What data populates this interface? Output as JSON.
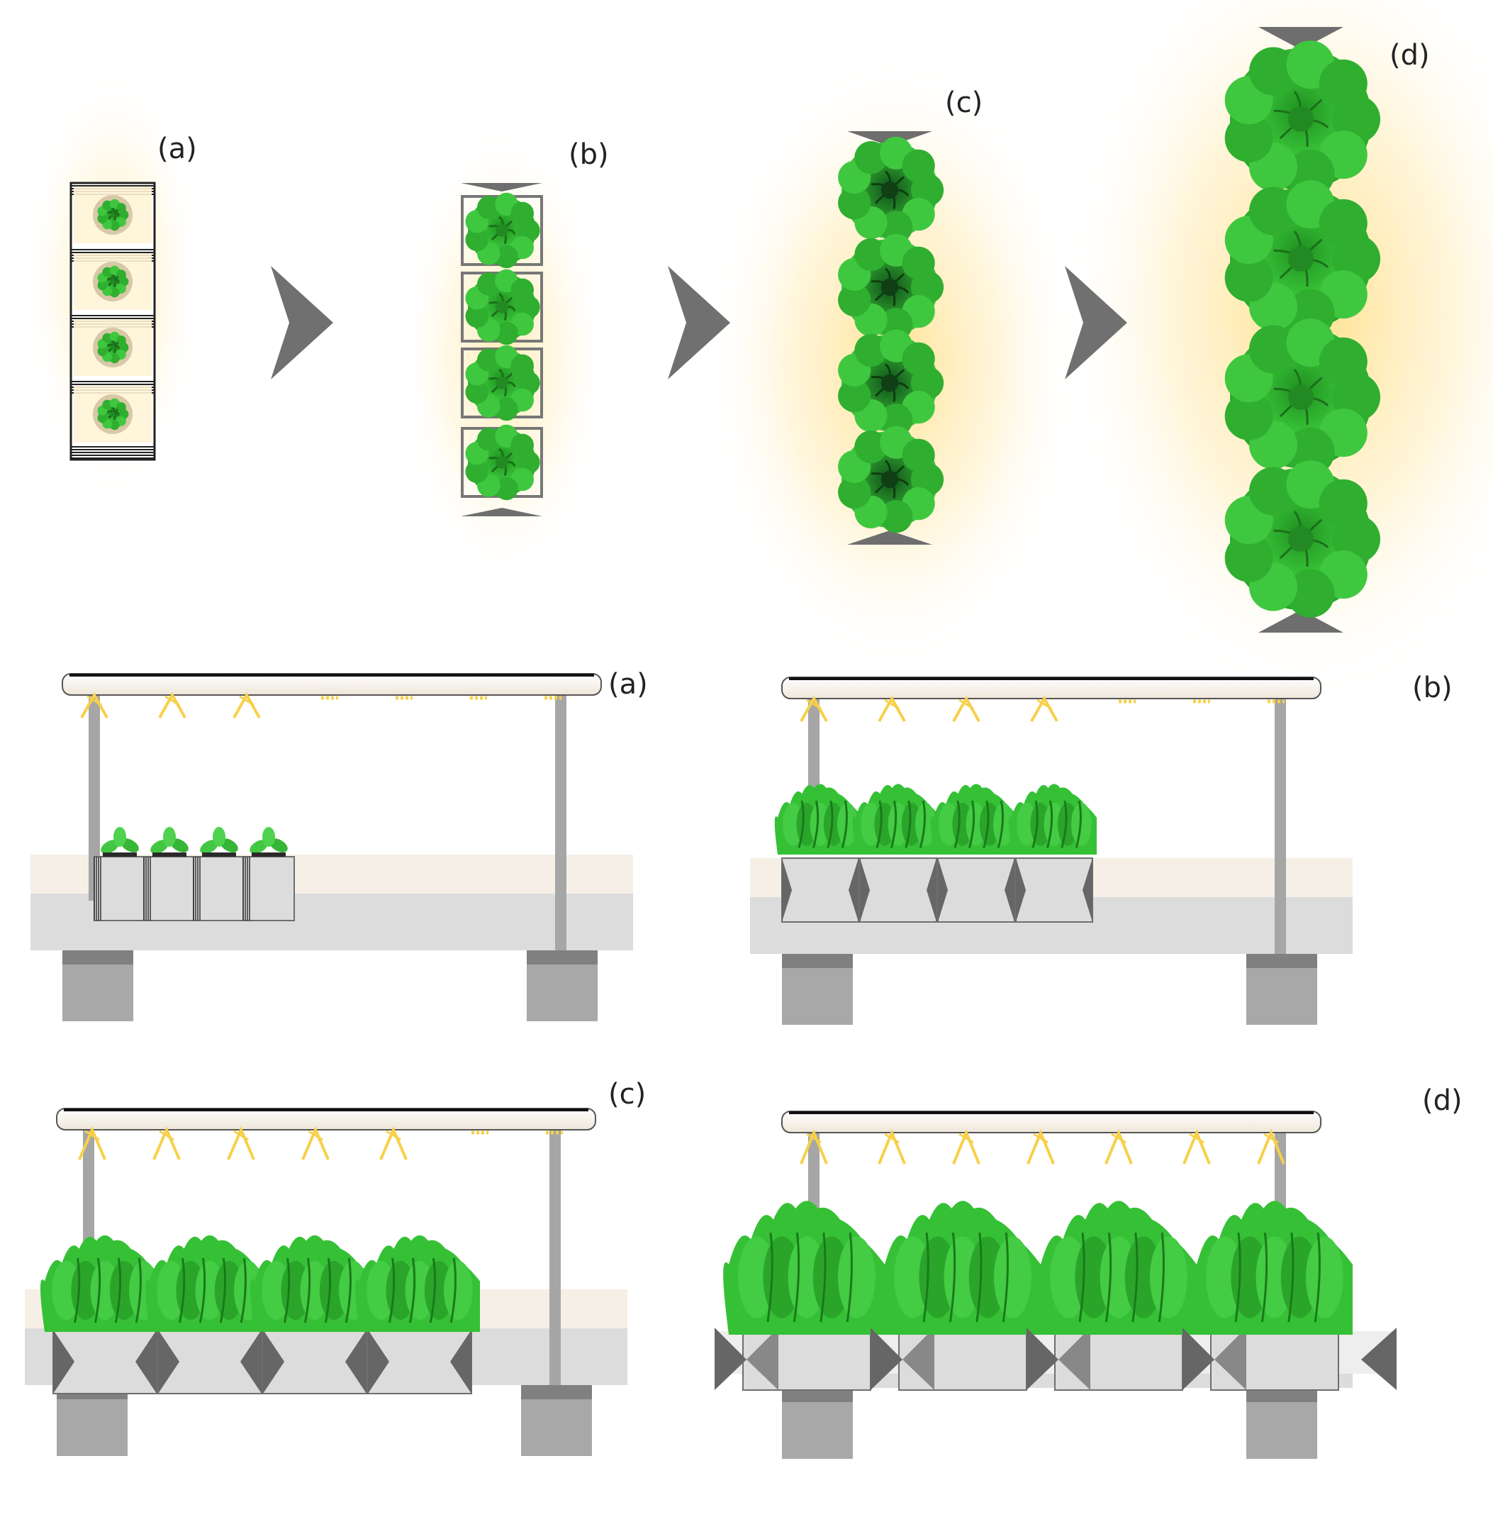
{
  "labels": {
    "top": [
      "(a)",
      "(b)",
      "(c)",
      "(d)"
    ],
    "bottom": [
      "(a)",
      "(b)",
      "(c)",
      "(d)"
    ]
  },
  "colors": {
    "arrow": "#707070",
    "glow": "#ffd970",
    "lettuce": "#35c235",
    "lettuce_dark": "#1a7a1a",
    "light_beam": "#f7d04a",
    "bench_top": "#f6efe6",
    "bench_base": "#dcdcdc",
    "leg": "#a8a8a8",
    "leg_top": "#808080",
    "post": "#a6a6a6",
    "pot": "#dcdcdc",
    "pot_edge": "#6e6e6e",
    "fixture": "#f8f2ea"
  }
}
